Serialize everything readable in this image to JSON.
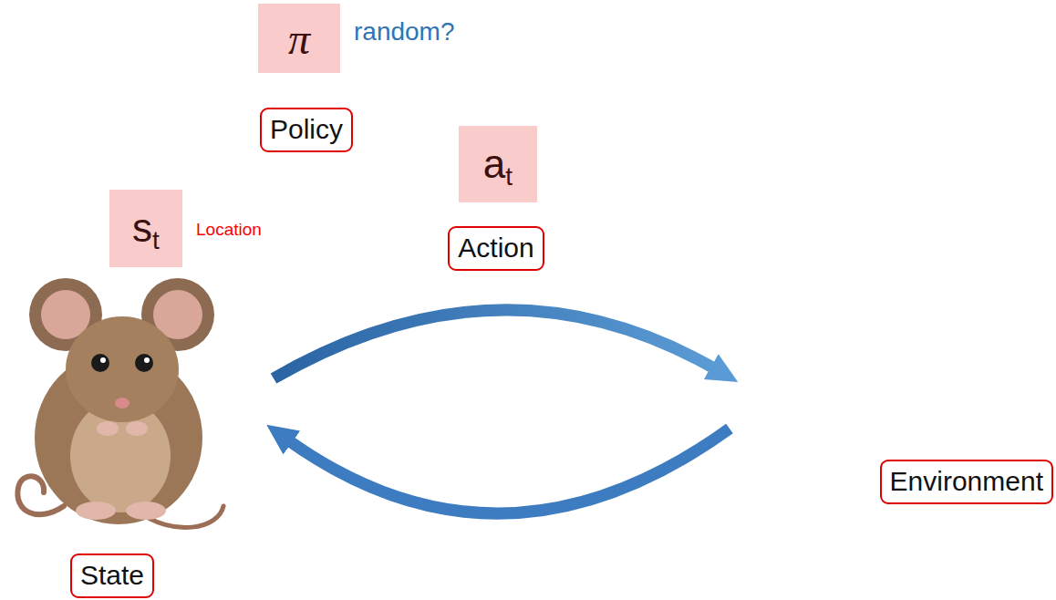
{
  "diagram": {
    "nodes": [
      {
        "text": [
          "π"
        ]
      },
      {
        "text": [
          "Policy"
        ]
      },
      {
        "text": [
          "a",
          "t"
        ]
      },
      {
        "text": [
          "Action"
        ]
      },
      {
        "text": [
          "s",
          "t"
        ]
      },
      {
        "text": [
          "Environment"
        ]
      },
      {
        "text": [
          "State"
        ]
      }
    ],
    "edges": [],
    "labels": [
      "random?",
      "Location"
    ]
  }
}
